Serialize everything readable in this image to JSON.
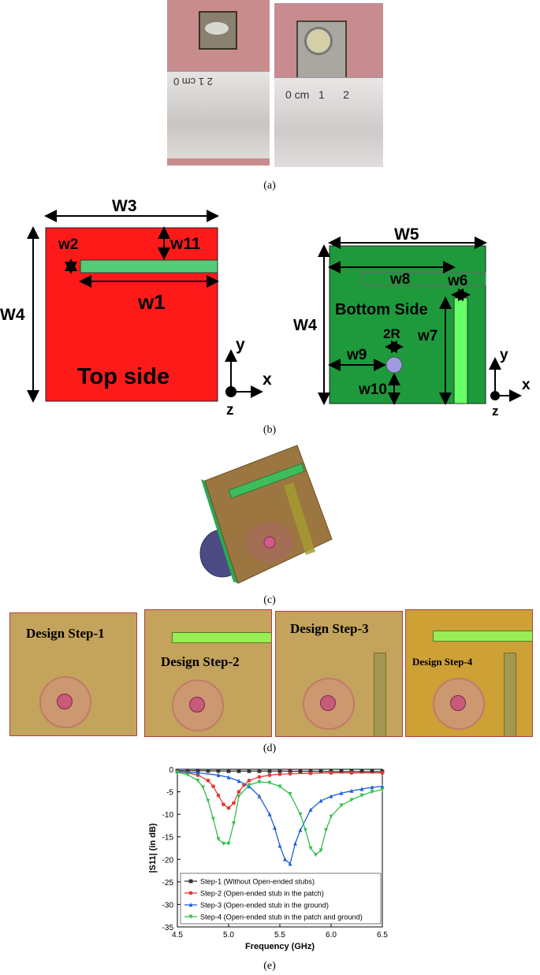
{
  "captions": {
    "a": "(a)",
    "b": "(b)",
    "c": "(c)",
    "d": "(d)",
    "e": "(e)"
  },
  "photo_left": {
    "ruler_text": "2   1  cm 0"
  },
  "photo_right": {
    "ruler_text": "0 cm   1      2"
  },
  "top_side": {
    "w3": "W3",
    "w4": "W4",
    "w2": "w2",
    "w11": "w11",
    "w1": "w1",
    "label": "Top side",
    "axis_y": "y",
    "axis_x": "x",
    "axis_z": "z"
  },
  "bottom_side": {
    "w5": "W5",
    "w4": "W4",
    "w8": "w8",
    "w6": "w6",
    "label": "Bottom Side",
    "r": "2R",
    "w7": "w7",
    "w9": "w9",
    "w10": "w10",
    "axis_y": "y",
    "axis_x": "x",
    "axis_z": "z"
  },
  "steps": [
    "Design Step-1",
    "Design Step-2",
    "Design Step-3",
    "Design Step-4"
  ],
  "colors": {
    "patch_red": "#ff1a1a",
    "ground_green": "#1e9a3c",
    "stub_green": "#55cc77",
    "bright_stub": "#66ff55",
    "substrate": "#c4a35c"
  },
  "chart_data": {
    "type": "line",
    "xlabel": "Frequency (GHz)",
    "ylabel": "|S11| (in dB)",
    "xlim": [
      4.5,
      6.5
    ],
    "ylim": [
      -35,
      0
    ],
    "xticks": [
      "4.5",
      "5.0",
      "5.5",
      "6.0",
      "6.5"
    ],
    "yticks": [
      "0",
      "-5",
      "-10",
      "-15",
      "-20",
      "-25",
      "-30",
      "-35"
    ],
    "legend_position": "bottom-left",
    "series": [
      {
        "name": "Step-1 (Without Open-ended stubs)",
        "color": "#333333",
        "marker": "square",
        "x": [
          4.5,
          4.6,
          4.7,
          4.8,
          4.9,
          5.0,
          5.1,
          5.2,
          5.3,
          5.4,
          5.5,
          5.6,
          5.7,
          5.8,
          5.9,
          6.0,
          6.1,
          6.2,
          6.3,
          6.4,
          6.5
        ],
        "y": [
          -0.3,
          -0.3,
          -0.3,
          -0.35,
          -0.35,
          -0.4,
          -0.4,
          -0.4,
          -0.4,
          -0.4,
          -0.4,
          -0.45,
          -0.45,
          -0.45,
          -0.45,
          -0.5,
          -0.5,
          -0.5,
          -0.5,
          -0.5,
          -0.5
        ]
      },
      {
        "name": "Step-2 (Open-ended stub in the patch)",
        "color": "#e53935",
        "marker": "circle",
        "x": [
          4.5,
          4.6,
          4.7,
          4.8,
          4.85,
          4.9,
          4.95,
          5.0,
          5.05,
          5.1,
          5.15,
          5.2,
          5.3,
          5.4,
          5.5,
          5.6,
          5.8,
          6.0,
          6.2,
          6.5
        ],
        "y": [
          -0.5,
          -0.8,
          -1.3,
          -2.5,
          -3.8,
          -5.8,
          -7.8,
          -8.6,
          -7.5,
          -5,
          -3.5,
          -2.5,
          -1.7,
          -1.3,
          -1.1,
          -1.0,
          -0.9,
          -0.8,
          -0.8,
          -0.8
        ]
      },
      {
        "name": "Step-3 (Open-ended stub in the ground)",
        "color": "#1e5fd8",
        "marker": "triangle-up",
        "x": [
          4.5,
          4.7,
          4.9,
          5.0,
          5.1,
          5.2,
          5.3,
          5.4,
          5.45,
          5.5,
          5.55,
          5.6,
          5.65,
          5.7,
          5.8,
          5.9,
          6.0,
          6.1,
          6.2,
          6.3,
          6.4,
          6.5
        ],
        "y": [
          -0.5,
          -0.8,
          -1.3,
          -1.8,
          -2.6,
          -3.8,
          -6,
          -10,
          -13,
          -17,
          -20,
          -21,
          -16.5,
          -13.5,
          -9,
          -7,
          -6,
          -5.3,
          -4.8,
          -4.4,
          -4,
          -3.8
        ]
      },
      {
        "name": "Step-4 (Open-ended stub in the patch and ground)",
        "color": "#2fbf4f",
        "marker": "triangle-down",
        "x": [
          4.5,
          4.6,
          4.7,
          4.75,
          4.8,
          4.85,
          4.9,
          4.95,
          5.0,
          5.05,
          5.1,
          5.2,
          5.3,
          5.4,
          5.5,
          5.6,
          5.7,
          5.75,
          5.8,
          5.85,
          5.9,
          5.95,
          6.0,
          6.1,
          6.2,
          6.3,
          6.4,
          6.5
        ],
        "y": [
          -0.7,
          -1.2,
          -2.5,
          -4,
          -7,
          -11,
          -15.5,
          -16.5,
          -16.5,
          -12,
          -6,
          -3.5,
          -2.8,
          -3,
          -3.8,
          -5.5,
          -10,
          -13.5,
          -17.5,
          -19,
          -18,
          -13.5,
          -10.5,
          -8,
          -6.8,
          -5.8,
          -5,
          -4.5
        ]
      }
    ]
  }
}
